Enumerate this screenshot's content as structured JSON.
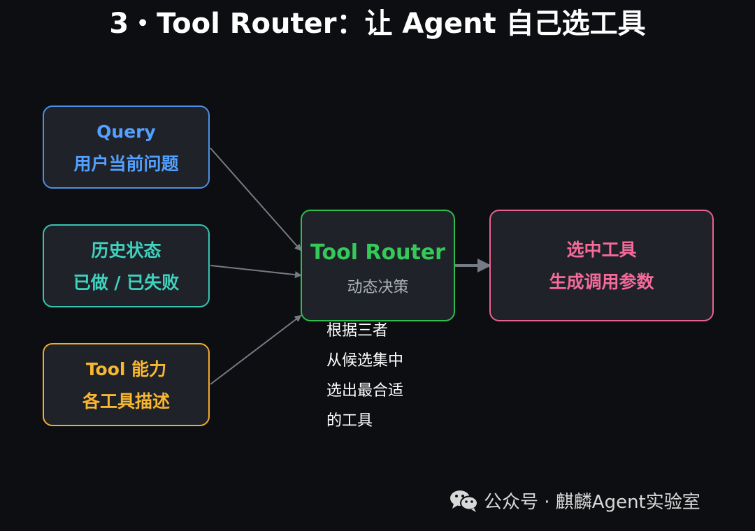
{
  "title": "3・Tool Router：让 Agent 自己选工具",
  "inputs": {
    "query": {
      "line1": "Query",
      "line2": "用户当前问题",
      "color": "#52a0ff"
    },
    "history": {
      "line1": "历史状态",
      "line2": "已做 / 已失败",
      "color": "#3fd2bf"
    },
    "tool": {
      "line1": "Tool 能力",
      "line2": "各工具描述",
      "color": "#f7b731"
    }
  },
  "router": {
    "title": "Tool Router",
    "subtitle": "动态决策",
    "color": "#35c95a"
  },
  "output": {
    "line1": "选中工具",
    "line2": "生成调用参数",
    "color": "#f46a99"
  },
  "note": [
    "根据三者",
    "从候选集中",
    "选出最合适",
    "的工具"
  ],
  "watermark": {
    "icon": "wechat-icon",
    "text": "公众号 · 麒麟Agent实验室"
  },
  "colors": {
    "background": "#0d0e11",
    "node_fill": "#1f2229",
    "arrow": "#757b84"
  }
}
